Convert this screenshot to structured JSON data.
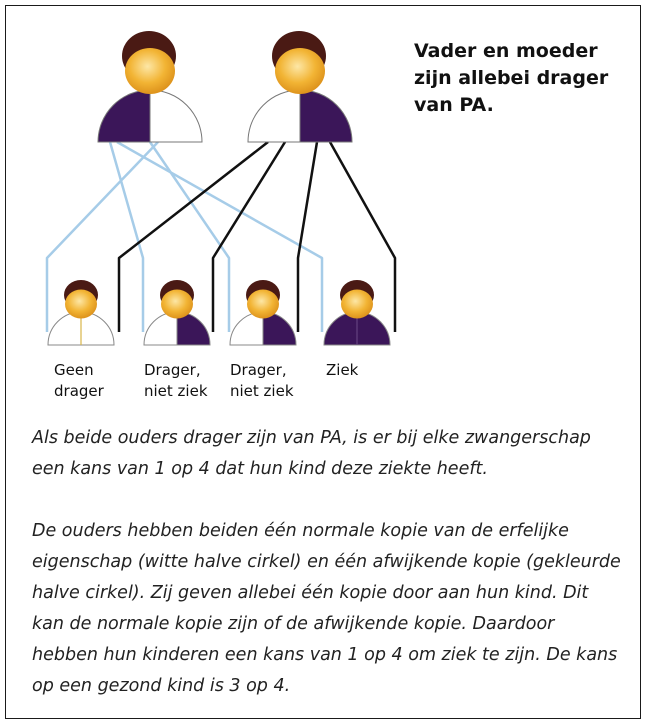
{
  "title": "Vader en moeder zijn allebei drager van PA.",
  "children": [
    {
      "label_line1": "Geen",
      "label_line2": "drager",
      "status": "none"
    },
    {
      "label_line1": "Drager,",
      "label_line2": "niet ziek",
      "status": "carrier"
    },
    {
      "label_line1": "Drager,",
      "label_line2": "niet ziek",
      "status": "carrier"
    },
    {
      "label_line1": "Ziek",
      "label_line2": "",
      "status": "affected"
    }
  ],
  "parents": [
    {
      "role": "parent-left",
      "status": "carrier"
    },
    {
      "role": "parent-right",
      "status": "carrier"
    }
  ],
  "paragraphs": [
    "Als beide ouders drager zijn van PA, is er bij elke zwangerschap een kans van 1 op 4 dat hun kind deze ziekte heeft.",
    "De ouders hebben beiden één normale kopie van de erfelijke eigenschap (witte halve cirkel) en één afwijkende kopie (gekleurde halve cirkel). Zij geven allebei één kopie door aan hun kind. Dit kan de normale kopie zijn of de afwijkende kopie. Daardoor hebben hun kinderen een kans van 1 op 4 om ziek te zijn. De kans op een gezond kind is 3 op 4."
  ],
  "colors": {
    "abnormal": "#3b1659",
    "normal": "#ffffff",
    "face": "#f3b93c",
    "hair": "#4a1a14",
    "line_mother": "#a6cce8",
    "line_father": "#111111",
    "frame": "#1a1a1a"
  }
}
